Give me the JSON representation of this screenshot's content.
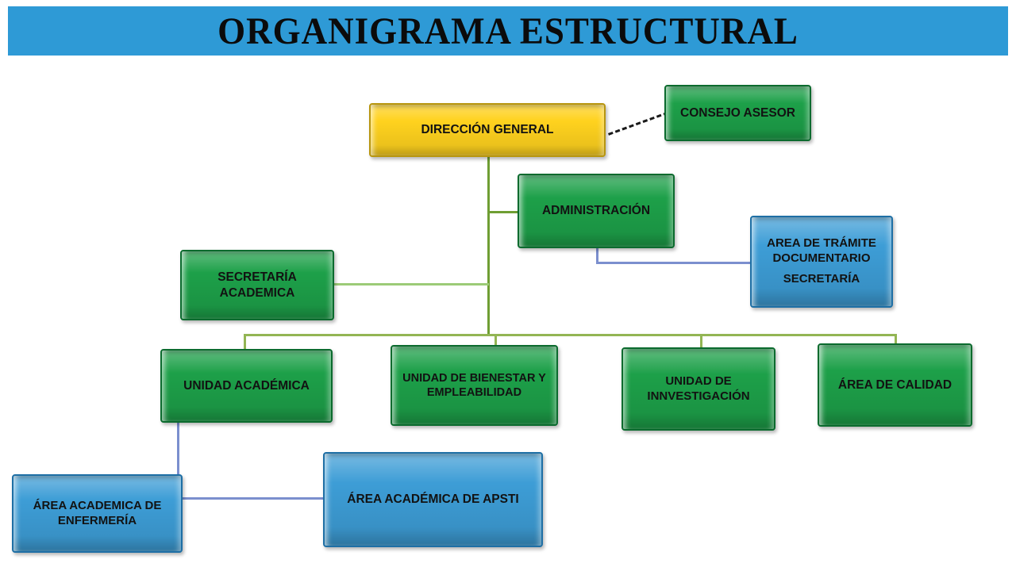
{
  "banner": {
    "title": "ORGANIGRAMA ESTRUCTURAL"
  },
  "nodes": {
    "direccion_general": {
      "label": "DIRECCIÓN GENERAL",
      "type": "yellow"
    },
    "consejo_asesor": {
      "label": "CONSEJO ASESOR",
      "type": "green"
    },
    "administracion": {
      "label": "ADMINISTRACIÓN",
      "type": "green"
    },
    "tramite_documentario": {
      "label_line1": "AREA DE TRÁMITE DOCUMENTARIO",
      "label_line2": "SECRETARÍA",
      "type": "blue"
    },
    "secretaria_academica": {
      "label": "SECRETARÍA ACADEMICA",
      "type": "green"
    },
    "unidad_academica": {
      "label": "UNIDAD ACADÉMICA",
      "type": "green"
    },
    "unidad_bienestar": {
      "label": "UNIDAD DE BIENESTAR Y EMPLEABILIDAD",
      "type": "green"
    },
    "unidad_investigacion": {
      "label": "UNIDAD DE INNVESTIGACIÓN",
      "type": "green"
    },
    "area_calidad": {
      "label": "ÁREA DE CALIDAD",
      "type": "green"
    },
    "area_enfermeria": {
      "label": "ÁREA ACADEMICA DE ENFERMERÍA",
      "type": "blue"
    },
    "area_apsti": {
      "label": "ÁREA ACADÉMICA DE APSTI",
      "type": "blue"
    }
  },
  "colors": {
    "banner_blue": "#2E9AD6",
    "box_green": "#1DA049",
    "box_blue": "#3D9DD6",
    "box_yellow": "#FFD21E",
    "line_green": "#6F9E33",
    "line_light_green": "#9CCB77",
    "line_row_green": "#93B554",
    "line_blue": "#7B8FCE",
    "dashed_line": "#1a1a1a"
  }
}
